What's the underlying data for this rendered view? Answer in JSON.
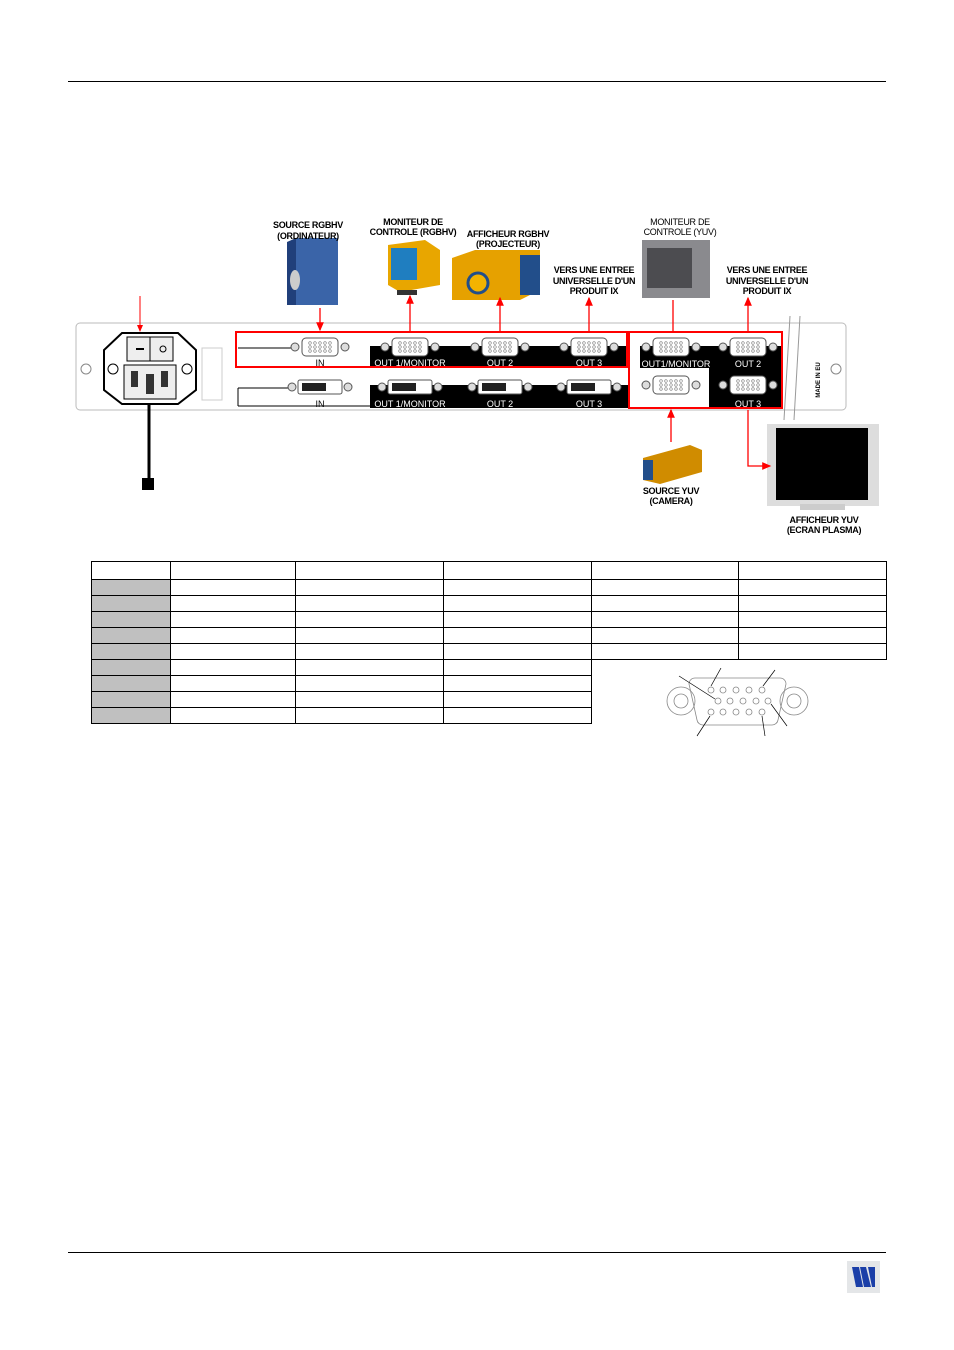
{
  "diagram": {
    "labels": {
      "source_rgbhv": [
        "SOURCE RGBHV",
        "(ORDINATEUR)"
      ],
      "monitor_rgbhv": [
        "MONITEUR DE",
        "CONTROLE (RGBHV)"
      ],
      "display_rgbhv": [
        "AFFICHEUR RGBHV",
        "(PROJECTEUR)"
      ],
      "to_ix_1": [
        "VERS UNE ENTREE",
        "UNIVERSELLE D'UN",
        "PRODUIT IX"
      ],
      "monitor_yuv": [
        "MONITEUR DE",
        "CONTROLE (YUV)"
      ],
      "to_ix_2": [
        "VERS UNE ENTREE",
        "UNIVERSELLE D'UN",
        "PRODUIT IX"
      ],
      "source_yuv": [
        "SOURCE YUV",
        "(CAMERA)"
      ],
      "display_yuv": [
        "AFFICHEUR YUV",
        "(ECRAN PLASMA)"
      ]
    },
    "ports": {
      "in": "IN",
      "out1_monitor": "OUT 1/MONITOR",
      "out2": "OUT 2",
      "out3": "OUT 3",
      "yuv_out1_monitor": "OUT1/MONITOR",
      "yuv_out2": "OUT 2",
      "yuv_out3": "OUT 3"
    },
    "made_in": "MADE IN EU",
    "accent_color": "#ff0000"
  },
  "table": {
    "rows_full": 6,
    "rows_partial": 4
  }
}
